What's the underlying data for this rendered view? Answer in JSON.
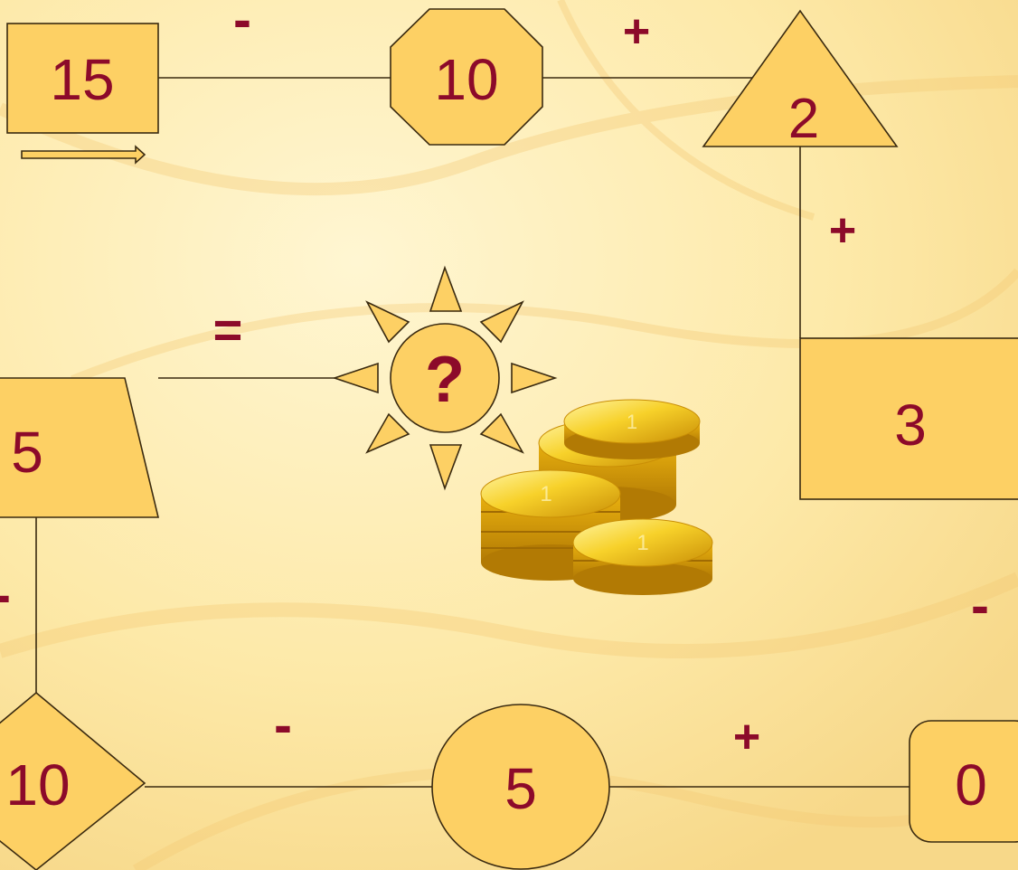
{
  "nodes": {
    "rect_top_left": "15",
    "octagon_top": "10",
    "triangle_top_right": "2",
    "rect_right": "3",
    "rounded_rect_bottom_right": "0",
    "circle_bottom": "5",
    "diamond_bottom_left": "10",
    "trapezoid_left": "5",
    "sun_center": "?"
  },
  "operators": {
    "top_left": "-",
    "top_right": "+",
    "right_upper": "+",
    "right_lower": "-",
    "bottom_right": "+",
    "bottom_left": "-",
    "left": "-",
    "result": "="
  },
  "colors": {
    "background": "#fdecb0",
    "shape_fill": "#fdd064",
    "text": "#8c0a2a",
    "outline": "#3a2a10",
    "coin": "#f2c21b"
  },
  "icons": {
    "direction": "right-arrow-icon",
    "result": "sun-icon",
    "decoration": "coins-stack-icon"
  }
}
